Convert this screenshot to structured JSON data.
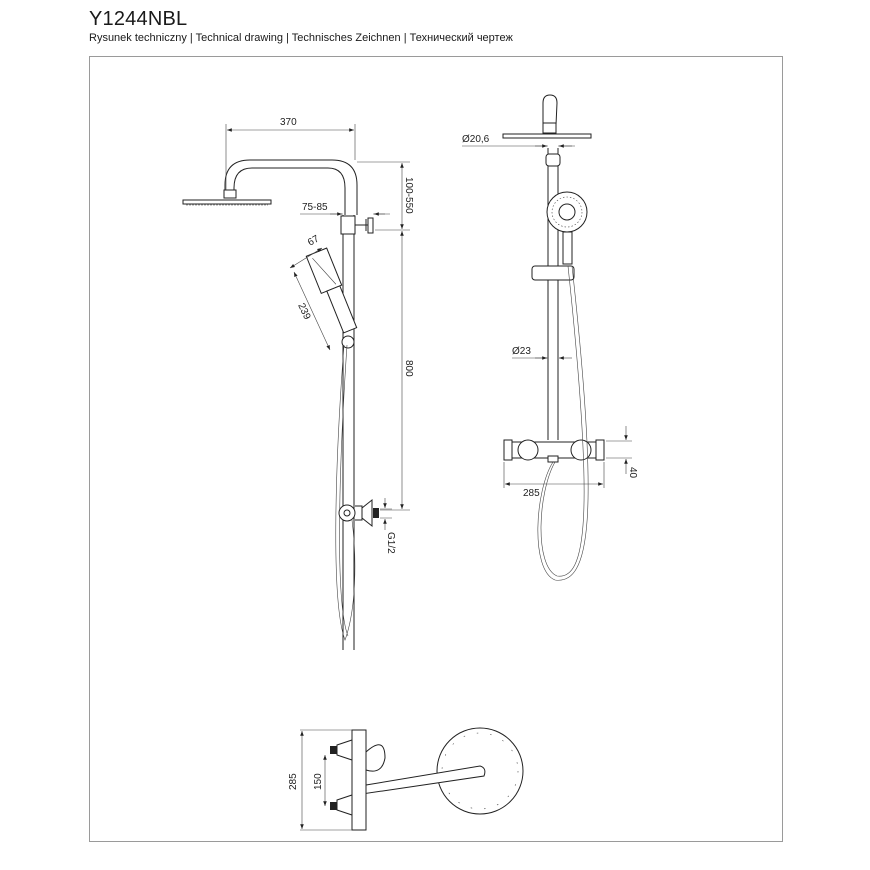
{
  "header": {
    "title": "Y1244NBL",
    "subtitle": "Rysunek techniczny | Technical drawing | Technisches Zeichnen | Технический чертеж"
  },
  "side_view": {
    "dims": {
      "arm_length": "370",
      "height_adjust": "100-550",
      "wall_offset": "75-85",
      "handshower_width": "67",
      "handshower_length": "239",
      "rail_height": "800",
      "connection": "G1/2"
    }
  },
  "front_view": {
    "dims": {
      "arm_diameter": "Ø20,6",
      "rail_diameter": "Ø23",
      "thermostat_width": "285",
      "thermostat_height": "40"
    }
  },
  "top_view": {
    "dims": {
      "depth": "285",
      "spacing": "150"
    }
  }
}
